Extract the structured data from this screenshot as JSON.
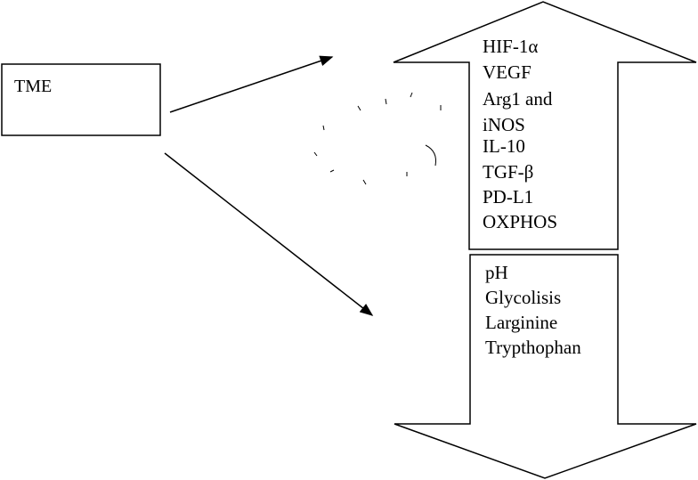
{
  "source_box": {
    "label": "TME"
  },
  "up_arrow": {
    "items": [
      "HIF-1α",
      "VEGF",
      "Arg1 and",
      "iNOS",
      "IL-10",
      "TGF-β",
      "PD-L1",
      "OXPHOS"
    ]
  },
  "down_arrow": {
    "items": [
      "pH",
      "Glycolisis",
      "Larginine",
      "Trypthophan"
    ]
  },
  "colors": {
    "stroke": "#000000",
    "fill": "#ffffff",
    "text": "#000000"
  }
}
